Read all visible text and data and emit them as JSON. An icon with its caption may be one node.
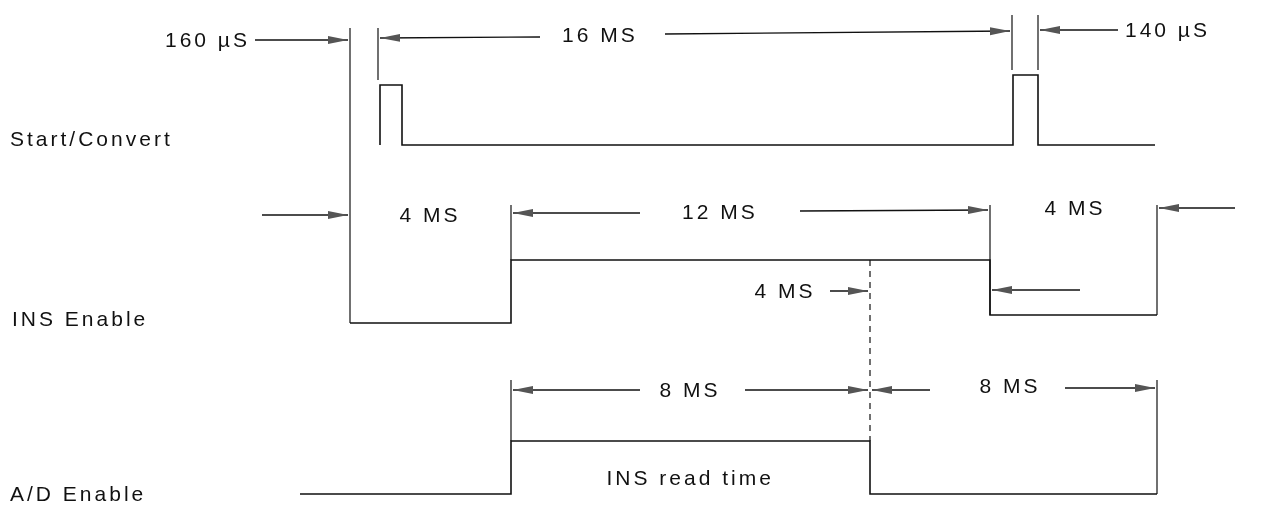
{
  "diagram": {
    "labels": [
      "160 µS",
      "16 MS",
      "140 µS",
      "Start/Convert",
      "4 MS",
      "12 MS",
      "4 MS",
      "INS Enable",
      "4 MS",
      "8 MS",
      "8 MS",
      "A/D Enable",
      "INS read time"
    ]
  }
}
